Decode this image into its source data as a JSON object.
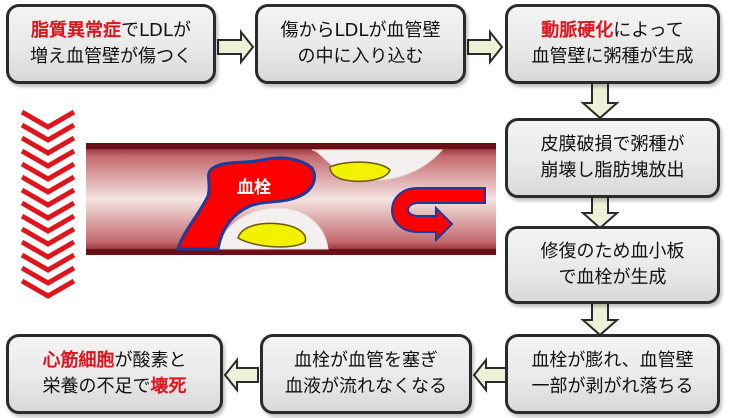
{
  "boxes": {
    "b1": {
      "l1_red": "脂質異常症",
      "l1_rest": "でLDLが",
      "l2": "増え血管壁が傷つく"
    },
    "b2": {
      "l1": "傷からLDLが血管壁",
      "l2": "の中に入り込む"
    },
    "b3": {
      "l1_red": "動脈硬化",
      "l1_rest": "によって",
      "l2": "血管壁に粥種が生成"
    },
    "b4": {
      "l1": "皮膜破損で粥種が",
      "l2": "崩壊し脂肪塊放出"
    },
    "b5": {
      "l1": "修復のため血小板",
      "l2": "で血栓が生成"
    },
    "b6": {
      "l1": "血栓が膨れ、血管壁",
      "l2": "一部が剥がれ落ちる"
    },
    "b7": {
      "l1": "血栓が血管を塞ぎ",
      "l2": "血液が流れなくなる"
    },
    "b8": {
      "l1_red": "心筋細胞",
      "l1_rest": "が酸素と",
      "l2_pre": "栄養の不足で",
      "l2_red": "壊死"
    }
  },
  "illustration": {
    "clot_label": "血栓"
  },
  "colors": {
    "accent_red": "#e0141c",
    "arrow_fill": "#eef0d8",
    "vessel_red": "#8b1a22",
    "plaque_yellow": "#f2f200"
  }
}
